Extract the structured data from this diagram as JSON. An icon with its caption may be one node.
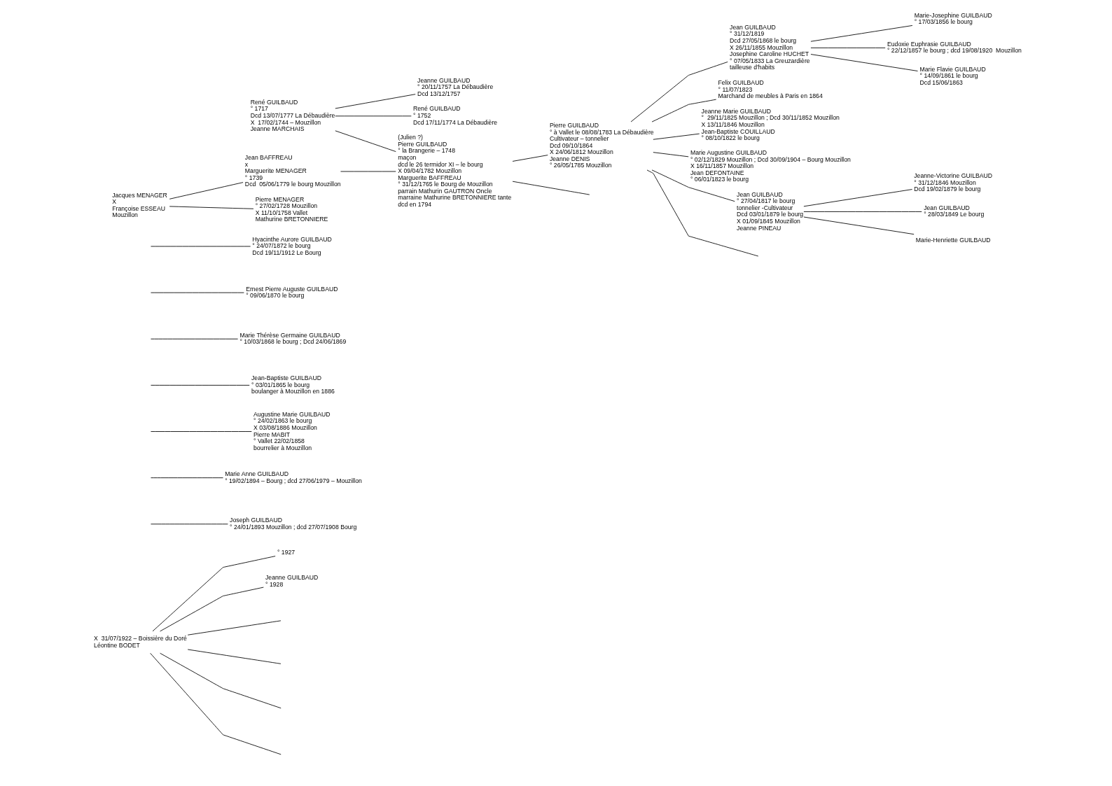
{
  "diagram": {
    "nodes": [
      {
        "text": [
          "X  31/07/1922 – Boissière du Doré",
          "Léontine BODET"
        ]
      },
      {
        "text": [
          "° 1927"
        ]
      },
      {
        "text": [
          "Jeanne GUILBAUD",
          "° 1928"
        ]
      },
      {
        "text": [
          "Joseph GUILBAUD",
          "° 24/01/1893 Mouzillon ; dcd 27/07/1908 Bourg"
        ]
      },
      {
        "text": [
          "Marie Anne GUILBAUD",
          "° 19/02/1894 – Bourg ; dcd 27/06/1979 – Mouzillon"
        ]
      },
      {
        "text": [
          "Augustine Marie GUILBAUD",
          "° 24/02/1863 le bourg",
          "X 03/08/1886 Mouzillon",
          "Pierre MABIT",
          "° Vallet 22/02/1858",
          "bourrelier à Mouzillon"
        ]
      },
      {
        "text": [
          "Jean-Baptiste GUILBAUD",
          "° 03/01/1865 le bourg",
          "boulanger à Mouzillon en 1886"
        ]
      },
      {
        "text": [
          "Marie Thérèse Germaine GUILBAUD",
          "° 10/03/1868 le bourg ; Dcd 24/06/1869"
        ]
      },
      {
        "text": [
          "Ernest Pierre Auguste GUILBAUD",
          "° 09/06/1870 le bourg"
        ]
      },
      {
        "text": [
          "Hyacinthe Aurore GUILBAUD",
          "° 24/07/1872 le bourg",
          "Dcd 19/11/1912 Le Bourg"
        ]
      },
      {
        "text": [
          "Pierre GUILBAUD",
          "° à Vallet le 08/08/1783 La Débaudière",
          "Cultivateur – tonnelier",
          "Dcd 09/10/1864",
          "X 24/06/1812 Mouzillon",
          "Jeanne DENIS",
          "° 26/05/1785 Mouzillon"
        ]
      },
      {
        "text": [
          "Jean GUILBAUD",
          "° 31/12/1819",
          "Dcd 27/05/1868 le bourg",
          "X 26/11/1855 Mouzillon",
          "Josephine Caroline HUCHET",
          "° 07/05/1833 La Greuzardière",
          "tailleuse d'habits"
        ]
      },
      {
        "text": [
          "Marie-Josephine GUILBAUD",
          "° 17/03/1856 le bourg"
        ]
      },
      {
        "text": [
          "Eudoxie Euphrasie GUILBAUD",
          "° 22/12/1857 le bourg ; dcd 19/08/1920  Mouzillon"
        ]
      },
      {
        "text": [
          "Marie Flavie GUILBAUD",
          "° 14/09/1861 le bourg",
          "Dcd 15/06/1863"
        ]
      },
      {
        "text": [
          "René GUILBAUD",
          "° 1717",
          "Dcd 13/07/1777 La Débaudière",
          "X  17/02/1744 – Mouzillon",
          "Jeanne MARCHAIS"
        ]
      },
      {
        "text": [
          "Jeanne GUILBAUD",
          "° 20/11/1757 La Débaudière",
          "Dcd 13/12/1757"
        ]
      },
      {
        "text": [
          "Felix GUILBAUD",
          "° 11/07/1823",
          "Marchand de meubles à Paris en 1864"
        ]
      },
      {
        "text": [
          "René GUILBAUD",
          "° 1752",
          "Dcd 17/11/1774 La Débaudière"
        ]
      },
      {
        "text": [
          "Jeanne Marie GUILBAUD",
          "°  29/11/1825 Mouzillon ; Dcd 30/11/1852 Mouzillon",
          "X 13/11/1846 Mouzillon",
          "Jean-Baptiste COUILLAUD",
          "° 08/10/1822 le bourg"
        ]
      },
      {
        "text": [
          "(Julien ?)",
          "Pierre GUILBAUD",
          "° la Brangerie – 1748",
          "maçon",
          "dcd le 26 termidor XI – le bourg",
          "X 09/04/1782 Mouzillon",
          "Marguerite BAFFREAU",
          "° 31/12/1765 le Bourg de Mouzillon",
          "parrain Mathurin GAUTRON Oncle",
          "marraine Mathurine BRETONNIERE tante",
          "dcd en 1794"
        ]
      },
      {
        "text": [
          "Jean BAFFREAU",
          "x",
          "Marguerite MENAGER",
          "° 1739",
          "Dcd  05/06/1779 le bourg Mouzillon"
        ]
      },
      {
        "text": [
          "Marie Augustine GUILBAUD",
          "° 02/12/1829 Mouzillon ; Dcd 30/09/1904 – Bourg Mouzillon",
          "X 16/11/1857 Mouzillon",
          "Jean DEFONTAINE",
          "° 06/01/1823 le bourg"
        ]
      },
      {
        "text": [
          "Jacques MENAGER",
          "X",
          "Françoise ESSEAU",
          "Mouzillon"
        ]
      },
      {
        "text": [
          "Pierre MENAGER",
          "° 27/02/1728 Mouzillon",
          "X 11/10/1758 Vallet",
          "Mathurine BRETONNIERE"
        ]
      },
      {
        "text": [
          "Jeanne-Victorine GUILBAUD",
          "° 31/12/1846 Mouzillon",
          "Dcd 19/02/1879 le bourg"
        ]
      },
      {
        "text": [
          "Jean GUILBAUD",
          "° 27/04/1817 le bourg",
          "tonnelier -Cultivateur",
          "Dcd 03/01/1879 le bourg",
          "X 01/09/1845 Mouzillon",
          "Jeanne PINEAU"
        ]
      },
      {
        "text": [
          "Jean GUILBAUD",
          "° 28/03/1849 Le bourg"
        ]
      },
      {
        "text": [
          "Marie-Henriette GUILBAUD"
        ]
      }
    ],
    "edges": [
      {
        "from": 0,
        "to": 1,
        "arrow": "none"
      },
      {
        "from": 0,
        "to": 2,
        "arrow": "none"
      },
      {
        "from": 0,
        "to": null,
        "arrow": "none"
      },
      {
        "from": 0,
        "to": null,
        "arrow": "none"
      },
      {
        "from": 0,
        "to": null,
        "arrow": "none"
      },
      {
        "from": 0,
        "to": null,
        "arrow": "none"
      },
      {
        "from": null,
        "to": 3,
        "arrow": "none"
      },
      {
        "from": null,
        "to": 4,
        "arrow": "none"
      },
      {
        "from": null,
        "to": 5,
        "arrow": "none"
      },
      {
        "from": null,
        "to": 6,
        "arrow": "none"
      },
      {
        "from": null,
        "to": 7,
        "arrow": "none"
      },
      {
        "from": null,
        "to": 8,
        "arrow": "none"
      },
      {
        "from": null,
        "to": 9,
        "arrow": "none"
      },
      {
        "from": 10,
        "to": null,
        "arrow": "none"
      },
      {
        "from": 10,
        "to": 11,
        "arrow": "none"
      },
      {
        "from": 10,
        "to": 17,
        "arrow": "none"
      },
      {
        "from": 10,
        "to": 19,
        "arrow": "none"
      },
      {
        "from": 10,
        "to": 22,
        "arrow": "none"
      },
      {
        "from": 10,
        "to": 26,
        "arrow": "none"
      },
      {
        "from": 11,
        "to": 12,
        "arrow": "none"
      },
      {
        "from": 11,
        "to": 13,
        "arrow": "none"
      },
      {
        "from": 11,
        "to": 14,
        "arrow": "none"
      },
      {
        "from": 15,
        "to": 16,
        "arrow": "none"
      },
      {
        "from": 15,
        "to": 18,
        "arrow": "none"
      },
      {
        "from": 15,
        "to": 20,
        "arrow": "none"
      },
      {
        "from": 21,
        "to": 20,
        "arrow": "none"
      },
      {
        "from": 20,
        "to": 10,
        "arrow": "none"
      },
      {
        "from": 20,
        "to": null,
        "arrow": "none"
      },
      {
        "from": 23,
        "to": 21,
        "arrow": "none"
      },
      {
        "from": 23,
        "to": 24,
        "arrow": "none"
      },
      {
        "from": 26,
        "to": 25,
        "arrow": "none"
      },
      {
        "from": 26,
        "to": 27,
        "arrow": "none"
      },
      {
        "from": 26,
        "to": 28,
        "arrow": "none"
      }
    ]
  }
}
